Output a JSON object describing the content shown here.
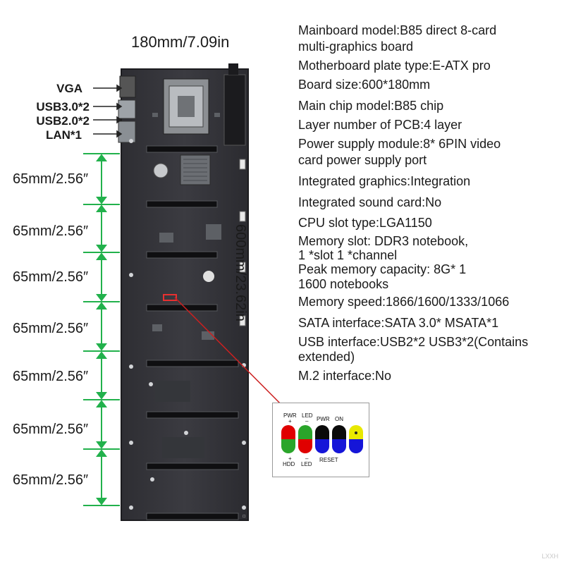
{
  "dimensions": {
    "width_label": "180mm/7.09in",
    "length_label": "600mm/23.62in",
    "slot_spacing_labels": [
      "65mm/2.56″",
      "65mm/2.56″",
      "65mm/2.56″",
      "65mm/2.56″",
      "65mm/2.56″",
      "65mm/2.56″",
      "65mm/2.56″"
    ]
  },
  "ports": [
    "VGA",
    "USB3.0*2",
    "USB2.0*2",
    "LAN*1"
  ],
  "specs": [
    "Mainboard model:B85 direct 8-card",
    "multi-graphics board",
    "Motherboard plate type:E-ATX pro",
    "Board size:600*180mm",
    "Main chip model:B85 chip",
    "Layer number of PCB:4 layer",
    "Power supply module:8* 6PIN video",
    "card power supply port",
    "Integrated graphics:Integration",
    "Integrated sound card:No",
    "CPU slot type:LGA1150",
    "Memory slot: DDR3 notebook,",
    "1 *slot 1 *channel",
    "Peak memory capacity: 8G* 1",
    "1600 notebooks",
    "Memory speed:1866/1600/1333/1066",
    "SATA interface:SATA 3.0* MSATA*1",
    "USB interface:USB2*2  USB3*2(Contains",
    "extended)",
    "M.2 interface:No"
  ],
  "front_panel": {
    "top_labels": {
      "pwr": "PWR",
      "led": "LED",
      "pwr2": "PWR",
      "on": "ON"
    },
    "top_signs": {
      "plus": "+",
      "minus": "–"
    },
    "bottom_labels": {
      "hdd": "HDD",
      "led": "LED",
      "reset": "RESET"
    },
    "bottom_signs": {
      "plus": "+",
      "minus": "–"
    },
    "pins": [
      {
        "top": "#e00000",
        "bottom": "#2aa52a"
      },
      {
        "top": "#2aa52a",
        "bottom": "#e00000"
      },
      {
        "top": "#0a0a0a",
        "bottom": "#1515d8"
      },
      {
        "top": "#0a0a0a",
        "bottom": "#1515d8"
      },
      {
        "top": "#e8e800",
        "bottom": "#1515d8"
      }
    ]
  },
  "colors": {
    "pcb": "#3a3a3e",
    "dimension_arrow": "#22b14c",
    "callout_line": "#cc2020"
  },
  "watermark": "LXXH"
}
